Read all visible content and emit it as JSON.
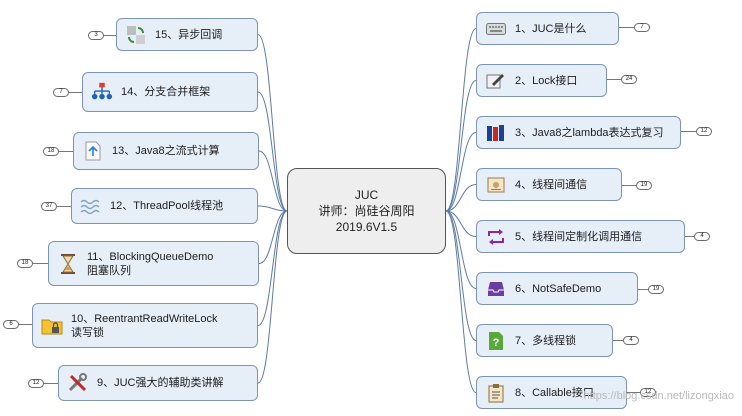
{
  "center": {
    "line1": "JUC",
    "line2": "讲师：尚硅谷周阳",
    "line3": "2019.6V1.5"
  },
  "right_nodes": [
    {
      "label": "1、JUC是什么",
      "badge": "7",
      "icon": "keyboard-icon"
    },
    {
      "label": "2、Lock接口",
      "badge": "24",
      "icon": "edit-icon"
    },
    {
      "label": "3、Java8之lambda表达式复习",
      "badge": "12",
      "icon": "books-icon"
    },
    {
      "label": "4、线程间通信",
      "badge": "19",
      "icon": "certificate-icon"
    },
    {
      "label": "5、线程间定制化调用通信",
      "badge": "4",
      "icon": "loop-arrows-icon"
    },
    {
      "label": "6、NotSafeDemo",
      "badge": "19",
      "icon": "inbox-icon"
    },
    {
      "label": "7、多线程锁",
      "badge": "4",
      "icon": "question-document-icon"
    },
    {
      "label": "8、Callable接口",
      "badge": "12",
      "icon": "clipboard-icon"
    }
  ],
  "left_nodes": [
    {
      "label": "15、异步回调",
      "badge": "3",
      "icon": "sync-icon"
    },
    {
      "label": "14、分支合并框架",
      "badge": "7",
      "icon": "org-chart-icon"
    },
    {
      "label": "13、Java8之流式计算",
      "badge": "18",
      "icon": "upload-document-icon"
    },
    {
      "label": "12、ThreadPool线程池",
      "badge": "37",
      "icon": "waves-icon"
    },
    {
      "label": "11、BlockingQueueDemo",
      "label2": "阻塞队列",
      "badge": "18",
      "icon": "hourglass-icon"
    },
    {
      "label": "10、ReentrantReadWriteLock",
      "label2": "读写锁",
      "badge": "6",
      "icon": "lock-folder-icon"
    },
    {
      "label": "9、JUC强大的辅助类讲解",
      "badge": "12",
      "icon": "tools-icon"
    }
  ],
  "watermark": "https://blog.csdn.net/lizongxiao",
  "colors": {
    "node_fill": "#e6eef8",
    "node_border": "#7d95b3",
    "line": "#5b7aa6"
  }
}
